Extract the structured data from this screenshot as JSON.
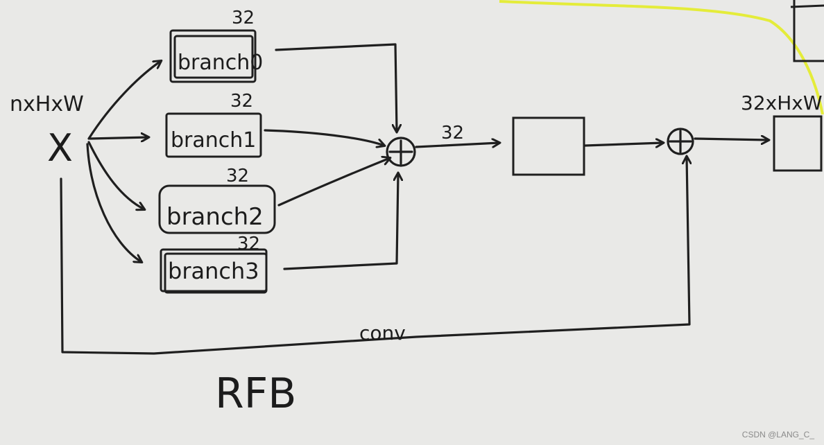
{
  "input": {
    "shape_label": "nxHxW",
    "symbol": "X"
  },
  "branches": [
    {
      "label": "branch0",
      "channels": "32"
    },
    {
      "label": "branch1",
      "channels": "32"
    },
    {
      "label": "branch2",
      "channels": "32"
    },
    {
      "label": "branch3",
      "channels": "32"
    }
  ],
  "concat_output_channels": "32",
  "shortcut_label": "conv",
  "output_shape_label": "32xHxW",
  "block_title": "RFB",
  "watermark": "CSDN @LANG_C_",
  "colors": {
    "ink": "#1f1f1f",
    "paper": "#e9e9e7",
    "highlighter": "#e4ec3a"
  }
}
